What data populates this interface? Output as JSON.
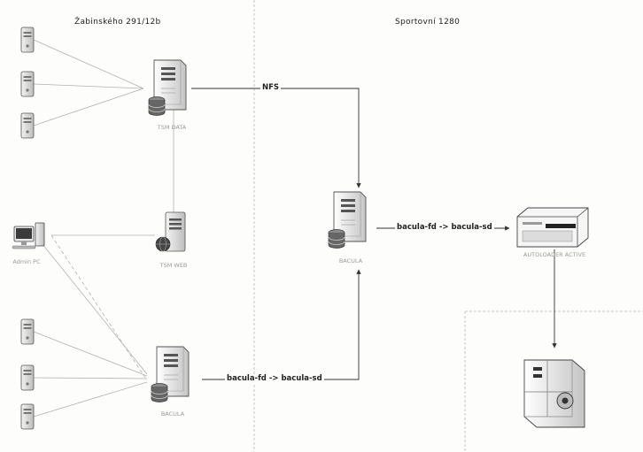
{
  "zones": {
    "left": "Žabinského 291/12b",
    "right": "Sportovní 1280"
  },
  "connections": {
    "nfs": "NFS",
    "bacula_top": "bacula-fd -> bacula-sd",
    "bacula_bottom": "bacula-fd -> bacula-sd"
  },
  "nodes": {
    "tsm_data": "TSM DATA",
    "tsm_web": "TSM WEB",
    "admin_pc": "Admin PC",
    "bacula_center": "BACULA",
    "bacula_bottom": "BACULA",
    "tape_library": "AUTOLOADER ACTIVE"
  },
  "icons": {
    "server": "server-tower-icon",
    "database": "database-icon",
    "workstation": "workstation-icon",
    "globe": "globe-icon",
    "tape": "tape-library-icon",
    "vault": "vault-safe-icon"
  }
}
